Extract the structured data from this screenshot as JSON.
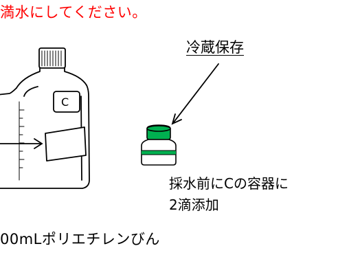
{
  "instruction": "満水にしてください。",
  "storage_label": "冷蔵保存",
  "additive_line1": "採水前にCの容器に",
  "additive_line2": "2滴添加",
  "bottle_label": "00mLポリエチレンびん",
  "container_letter": "C",
  "colors": {
    "instruction_text": "#ff0000",
    "cap_green": "#00b050",
    "line": "#000000"
  },
  "icons": [
    "plastic-bottle-icon",
    "reagent-vial-icon",
    "arrow-icon"
  ]
}
